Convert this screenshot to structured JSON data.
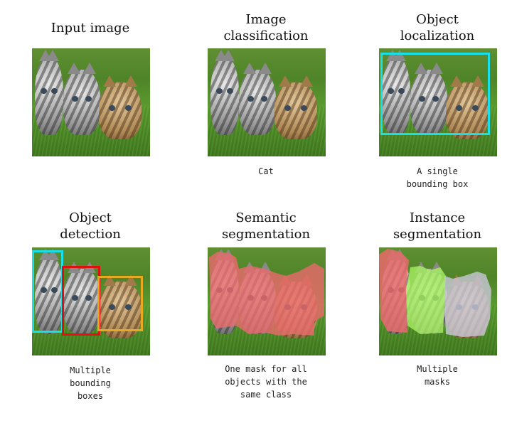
{
  "panels": [
    {
      "title": "Input image",
      "caption": ""
    },
    {
      "title": "Image\nclassification",
      "caption": "Cat"
    },
    {
      "title": "Object\nlocalization",
      "caption": "A single\nbounding box"
    },
    {
      "title": "Object\ndetection",
      "caption": "Multiple\nbounding\nboxes"
    },
    {
      "title": "Semantic\nsegmentation",
      "caption": "One mask for all\nobjects with the\nsame class"
    },
    {
      "title": "Instance\nsegmentation",
      "caption": "Multiple\nmasks"
    }
  ],
  "colors": {
    "localization_box": "#19e0e8",
    "detection_box_1": "#19e0e8",
    "detection_box_2": "#e01010",
    "detection_box_3": "#e8a820",
    "semantic_mask": "#e86a6a",
    "instance_mask_1": "#e86a6a",
    "instance_mask_2": "#a8f060",
    "instance_mask_3": "#c8c8d8"
  }
}
